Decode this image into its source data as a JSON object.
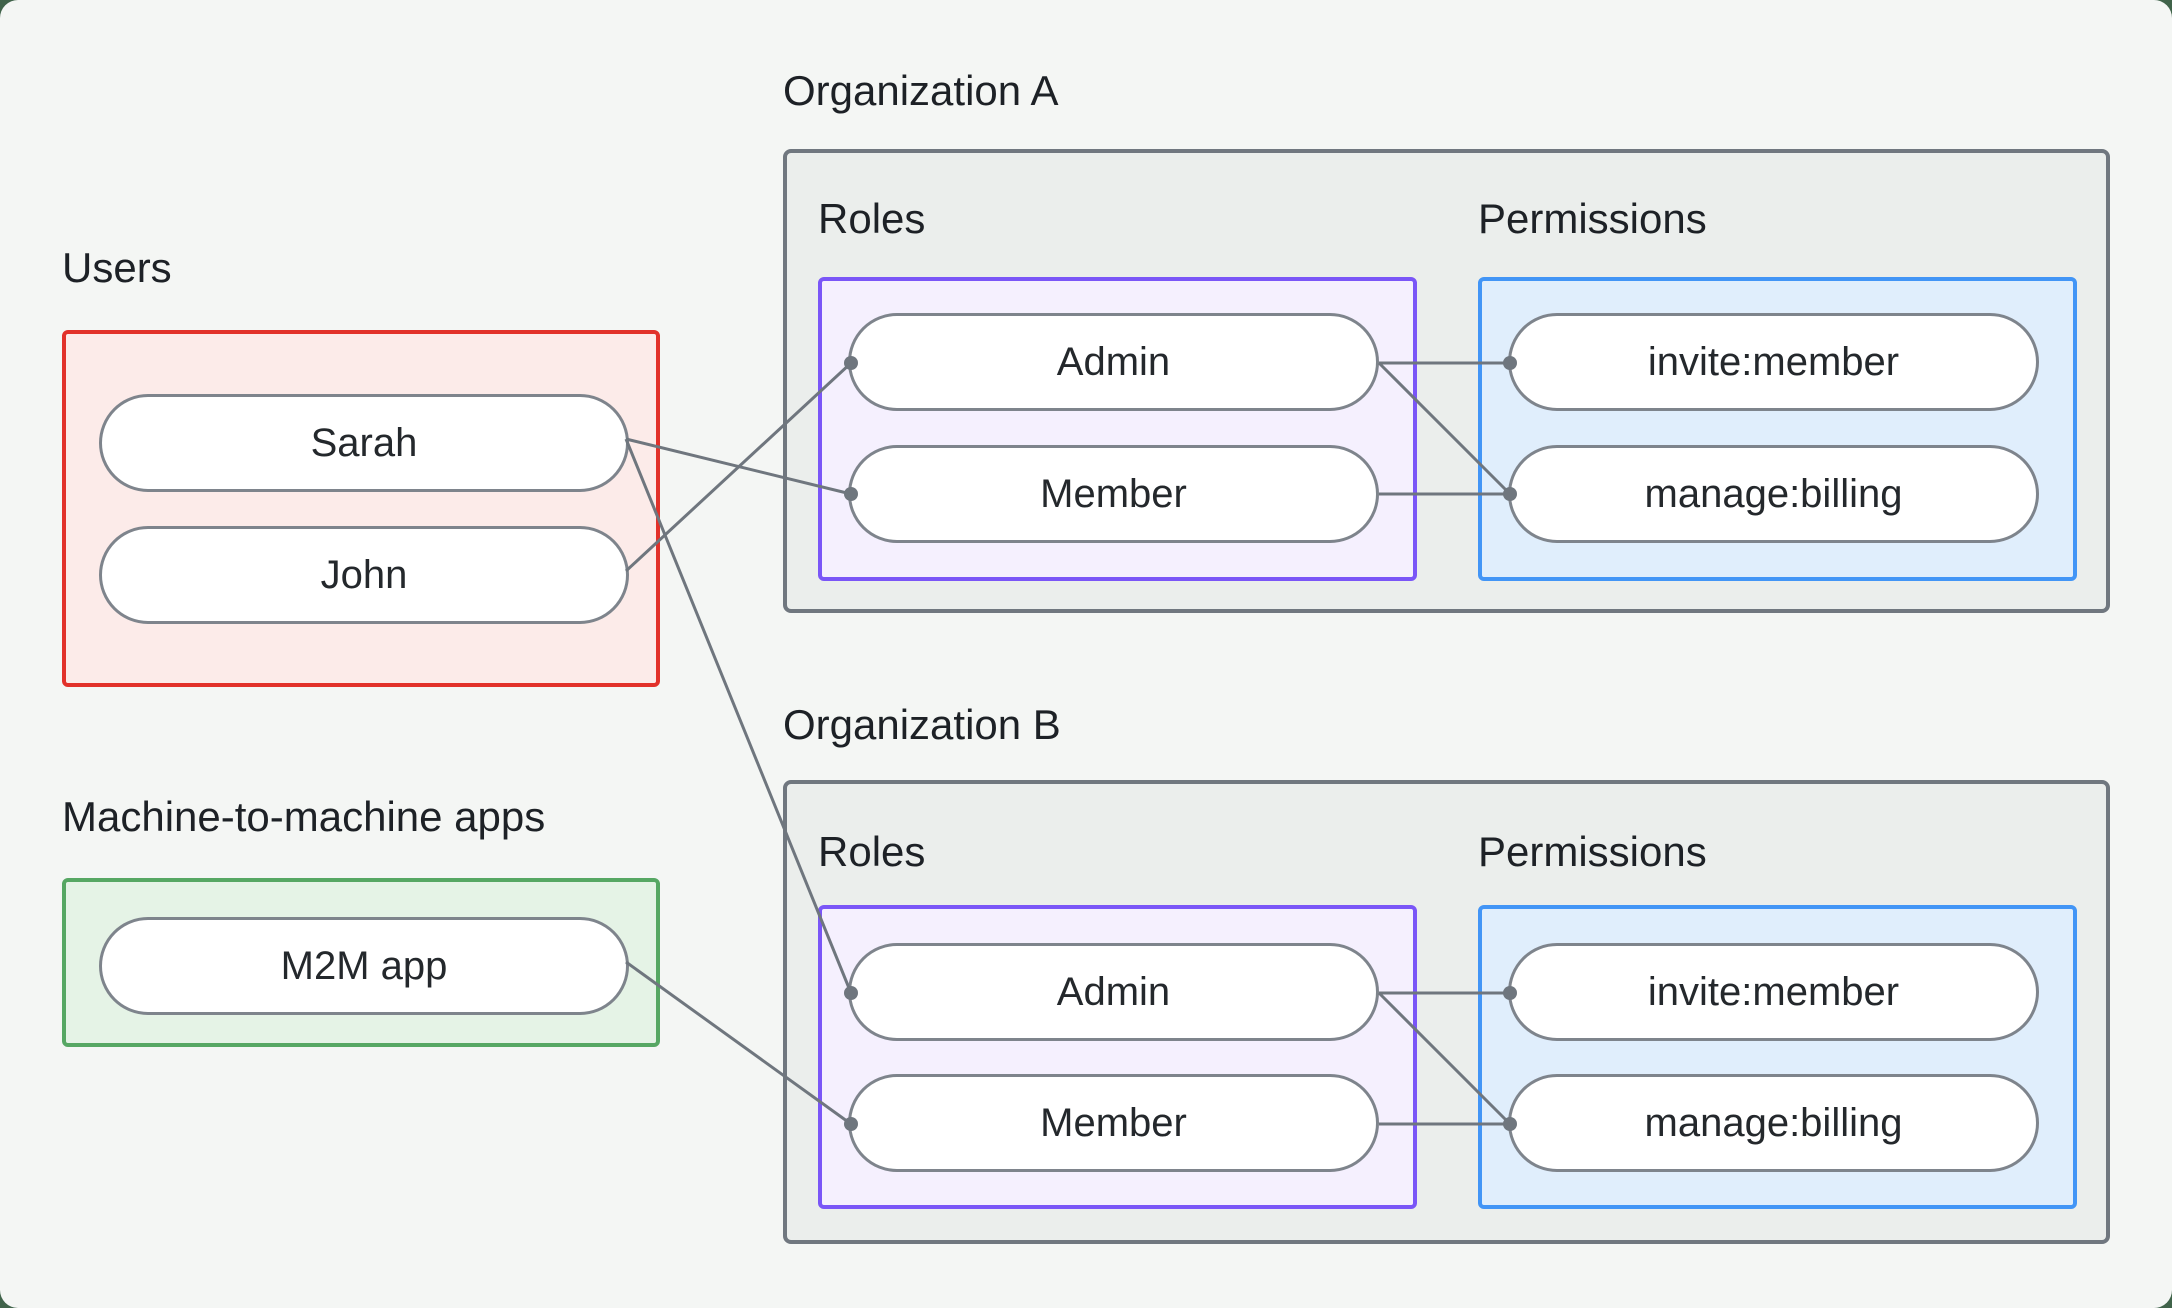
{
  "page": {
    "background_frame_color": "#40634a",
    "canvas_color": "#f4f6f4"
  },
  "users_section": {
    "label": "Users",
    "items": [
      "Sarah",
      "John"
    ],
    "border_color": "#e2312a",
    "fill_color": "#fcebe9"
  },
  "m2m_section": {
    "label": "Machine-to-machine apps",
    "items": [
      "M2M app"
    ],
    "border_color": "#56a763",
    "fill_color": "#e5f3e6"
  },
  "organizations": [
    {
      "title": "Organization A",
      "roles": {
        "label": "Roles",
        "items": [
          "Admin",
          "Member"
        ],
        "border_color": "#7a56f7",
        "fill_color": "#f5f0fe"
      },
      "permissions": {
        "label": "Permissions",
        "items": [
          "invite:member",
          "manage:billing"
        ],
        "border_color": "#4295f6",
        "fill_color": "#e0eefc"
      }
    },
    {
      "title": "Organization B",
      "roles": {
        "label": "Roles",
        "items": [
          "Admin",
          "Member"
        ],
        "border_color": "#7a56f7",
        "fill_color": "#f5f0fe"
      },
      "permissions": {
        "label": "Permissions",
        "items": [
          "invite:member",
          "manage:billing"
        ],
        "border_color": "#4295f6",
        "fill_color": "#e0eefc"
      }
    }
  ],
  "connections": [
    {
      "from": "Sarah",
      "to": "Organization A / Member"
    },
    {
      "from": "John",
      "to": "Organization A / Admin"
    },
    {
      "from": "Sarah",
      "to": "Organization B / Admin"
    },
    {
      "from": "M2M app",
      "to": "Organization B / Member"
    },
    {
      "from": "Organization A / Admin",
      "to": "Organization A / invite:member"
    },
    {
      "from": "Organization A / Admin",
      "to": "Organization A / manage:billing"
    },
    {
      "from": "Organization A / Member",
      "to": "Organization A / manage:billing"
    },
    {
      "from": "Organization B / Admin",
      "to": "Organization B / invite:member"
    },
    {
      "from": "Organization B / Admin",
      "to": "Organization B / manage:billing"
    },
    {
      "from": "Organization B / Member",
      "to": "Organization B / manage:billing"
    }
  ],
  "colors": {
    "org_border": "#70777f",
    "org_fill": "#ebeeec",
    "pill_border": "#7e848c",
    "pill_fill": "#ffffff",
    "connector_line": "#6f767e",
    "text": "#212529"
  }
}
